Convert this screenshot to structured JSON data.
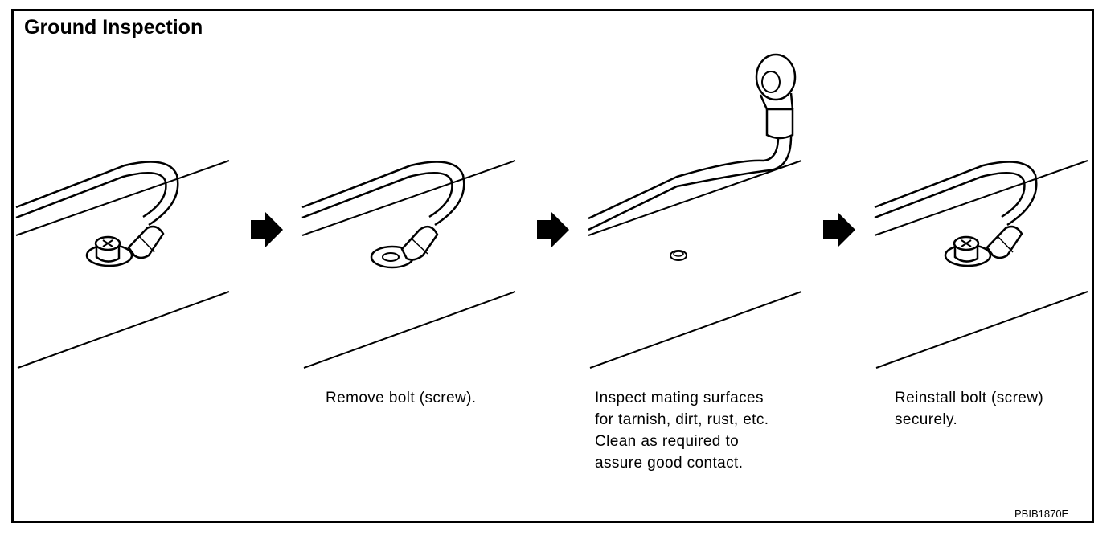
{
  "title": "Ground Inspection",
  "steps": [
    {
      "caption": ""
    },
    {
      "caption": "Remove bolt (screw)."
    },
    {
      "caption": "Inspect mating surfaces\nfor tarnish, dirt, rust, etc.\nClean as required to\nassure good contact."
    },
    {
      "caption": "Reinstall bolt (screw)\nsecurely."
    }
  ],
  "figure_code": "PBIB1870E"
}
